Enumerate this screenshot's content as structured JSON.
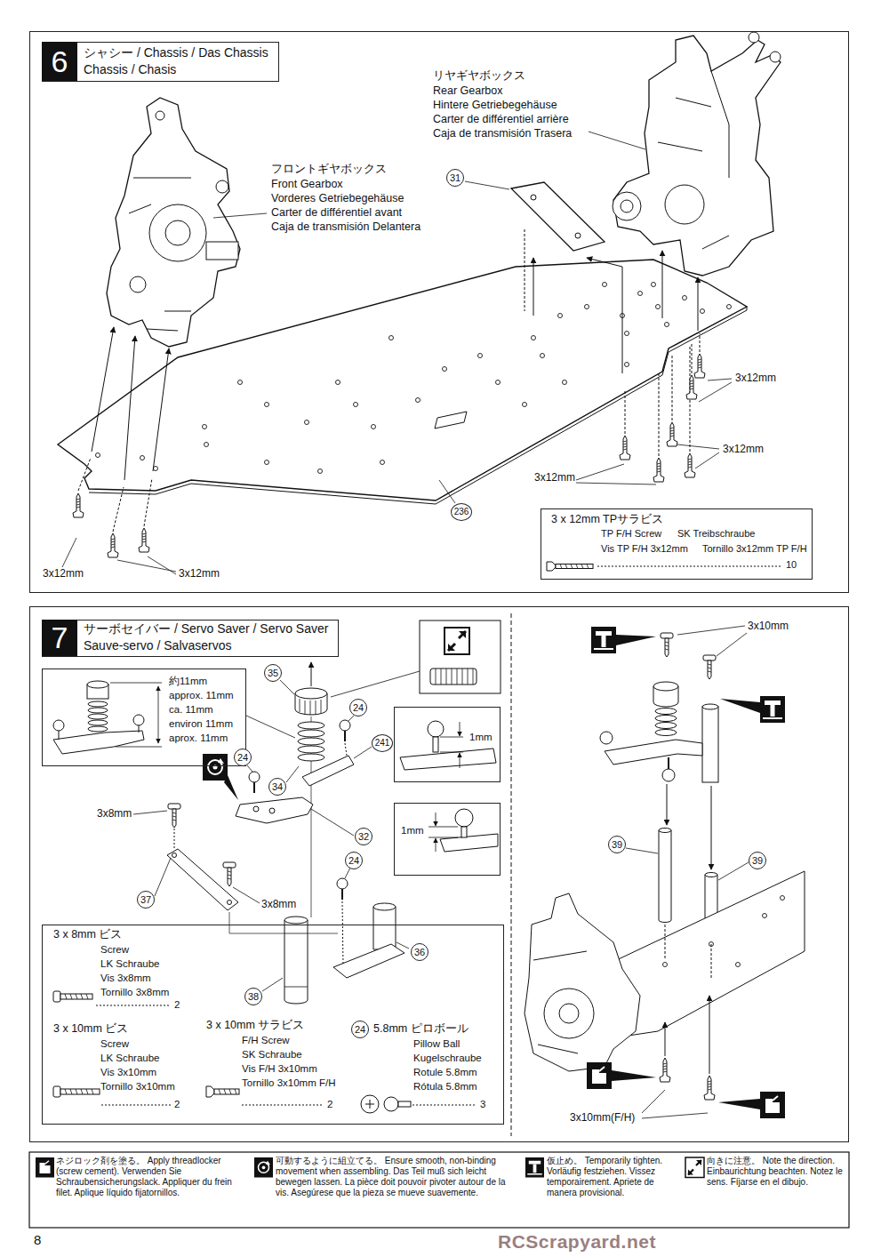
{
  "diagram": {
    "nodes": [
      {
        "text": [
          "6",
          "シャシー / Chassis / Das Chassis",
          "Chassis / Chasis"
        ]
      },
      {
        "text": [
          "3 x 12mm TPサラビス",
          "TP F/H Screw",
          "SK Treibschraube",
          "Vis TP F/H 3x12mm",
          "Tornillo 3x12mm TP F/H",
          "10"
        ],
        "in": 0
      },
      {
        "text": [
          "7",
          "サーボセイバー / Servo Saver / Servo Saver",
          "Sauve-servo / Salvaservos"
        ]
      },
      {
        "text": [
          "約11mm",
          "approx. 11mm",
          "ca. 11mm",
          "environ 11mm",
          "aprox. 11mm"
        ],
        "in": 2
      },
      {
        "text": [
          "1mm"
        ],
        "in": 2
      },
      {
        "text": [
          "1mm"
        ],
        "in": 2
      },
      {
        "text": [
          "3 x 8mm ビス",
          "Screw",
          "LK Schraube",
          "Vis 3x8mm",
          "Tornillo 3x8mm",
          "2",
          "3 x 10mm ビス",
          "Screw",
          "LK Schraube",
          "Vis 3x10mm",
          "Tornillo 3x10mm",
          "2",
          "3 x 10mm サラビス",
          "F/H Screw",
          "SK Schraube",
          "Vis F/H 3x10mm",
          "Tornillo 3x10mm F/H",
          "2",
          "24",
          "5.8mm ピロボール",
          "Pillow Ball",
          "Kugelschraube",
          "Rotule 5.8mm",
          "Rótula 5.8mm",
          "3"
        ],
        "in": 2
      }
    ],
    "labels": [
      "リヤギヤボックス",
      "Rear Gearbox",
      "Hintere Getriebegehäuse",
      "Carter de différentiel arrière",
      "Caja de transmisión Trasera",
      "フロントギヤボックス",
      "Front Gearbox",
      "Vorderes Getriebegehäuse",
      "Carter de différentiel avant",
      "Caja de transmisión Delantera",
      "31",
      "236",
      "3x12mm",
      "3x12mm",
      "3x12mm",
      "3x12mm",
      "3x12mm",
      "35",
      "24",
      "241",
      "24",
      "34",
      "3x8mm",
      "32",
      "3x8mm",
      "37",
      "24",
      "36",
      "38",
      "3x10mm",
      "39",
      "39",
      "3x10mm(F/H)",
      "8",
      "RCScrapyard.net"
    ],
    "legend": [
      {
        "text": "ネジロック剤を塗る。 Apply threadlocker (screw cement). Verwenden Sie Schraubensicherungslack. Appliquer du frein filet. Aplique líquido fijatornillos."
      },
      {
        "text": "可動するように組立てる。 Ensure smooth, non-binding movement when assembling. Das Teil muß sich leicht bewegen lassen. La pièce doit pouvoir pivoter autour de la vis. Asegúrese que la pieza se mueve suavemente."
      },
      {
        "text": "仮止め。 Temporarily tighten. Vorläufig festziehen. Vissez temporairement. Apriete de manera provisional."
      },
      {
        "text": "向きに注意。 Note the direction. Einbaurichtung beachten. Notez le sens. Fíjarse en el dibujo."
      }
    ]
  }
}
